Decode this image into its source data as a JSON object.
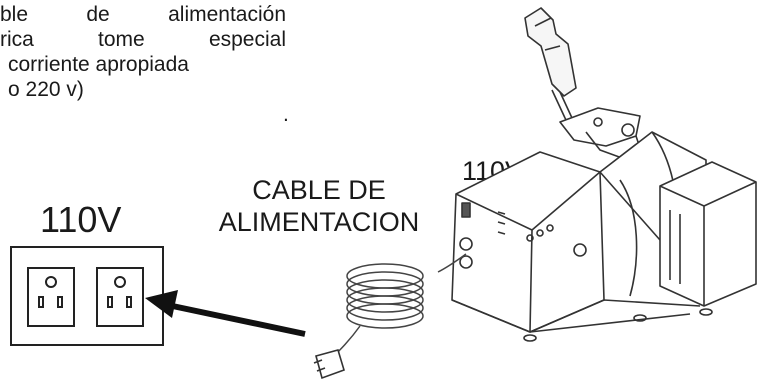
{
  "instructions": {
    "lines": [
      "ble de alimentación",
      "rica tome especial",
      "corriente apropiada",
      "o 220 v)"
    ],
    "trailing_mark": "."
  },
  "outlet": {
    "label": "110V"
  },
  "cable": {
    "label_line1": "CABLE DE",
    "label_line2": "ALIMENTACION"
  },
  "machine": {
    "voltage_label": "110V"
  }
}
